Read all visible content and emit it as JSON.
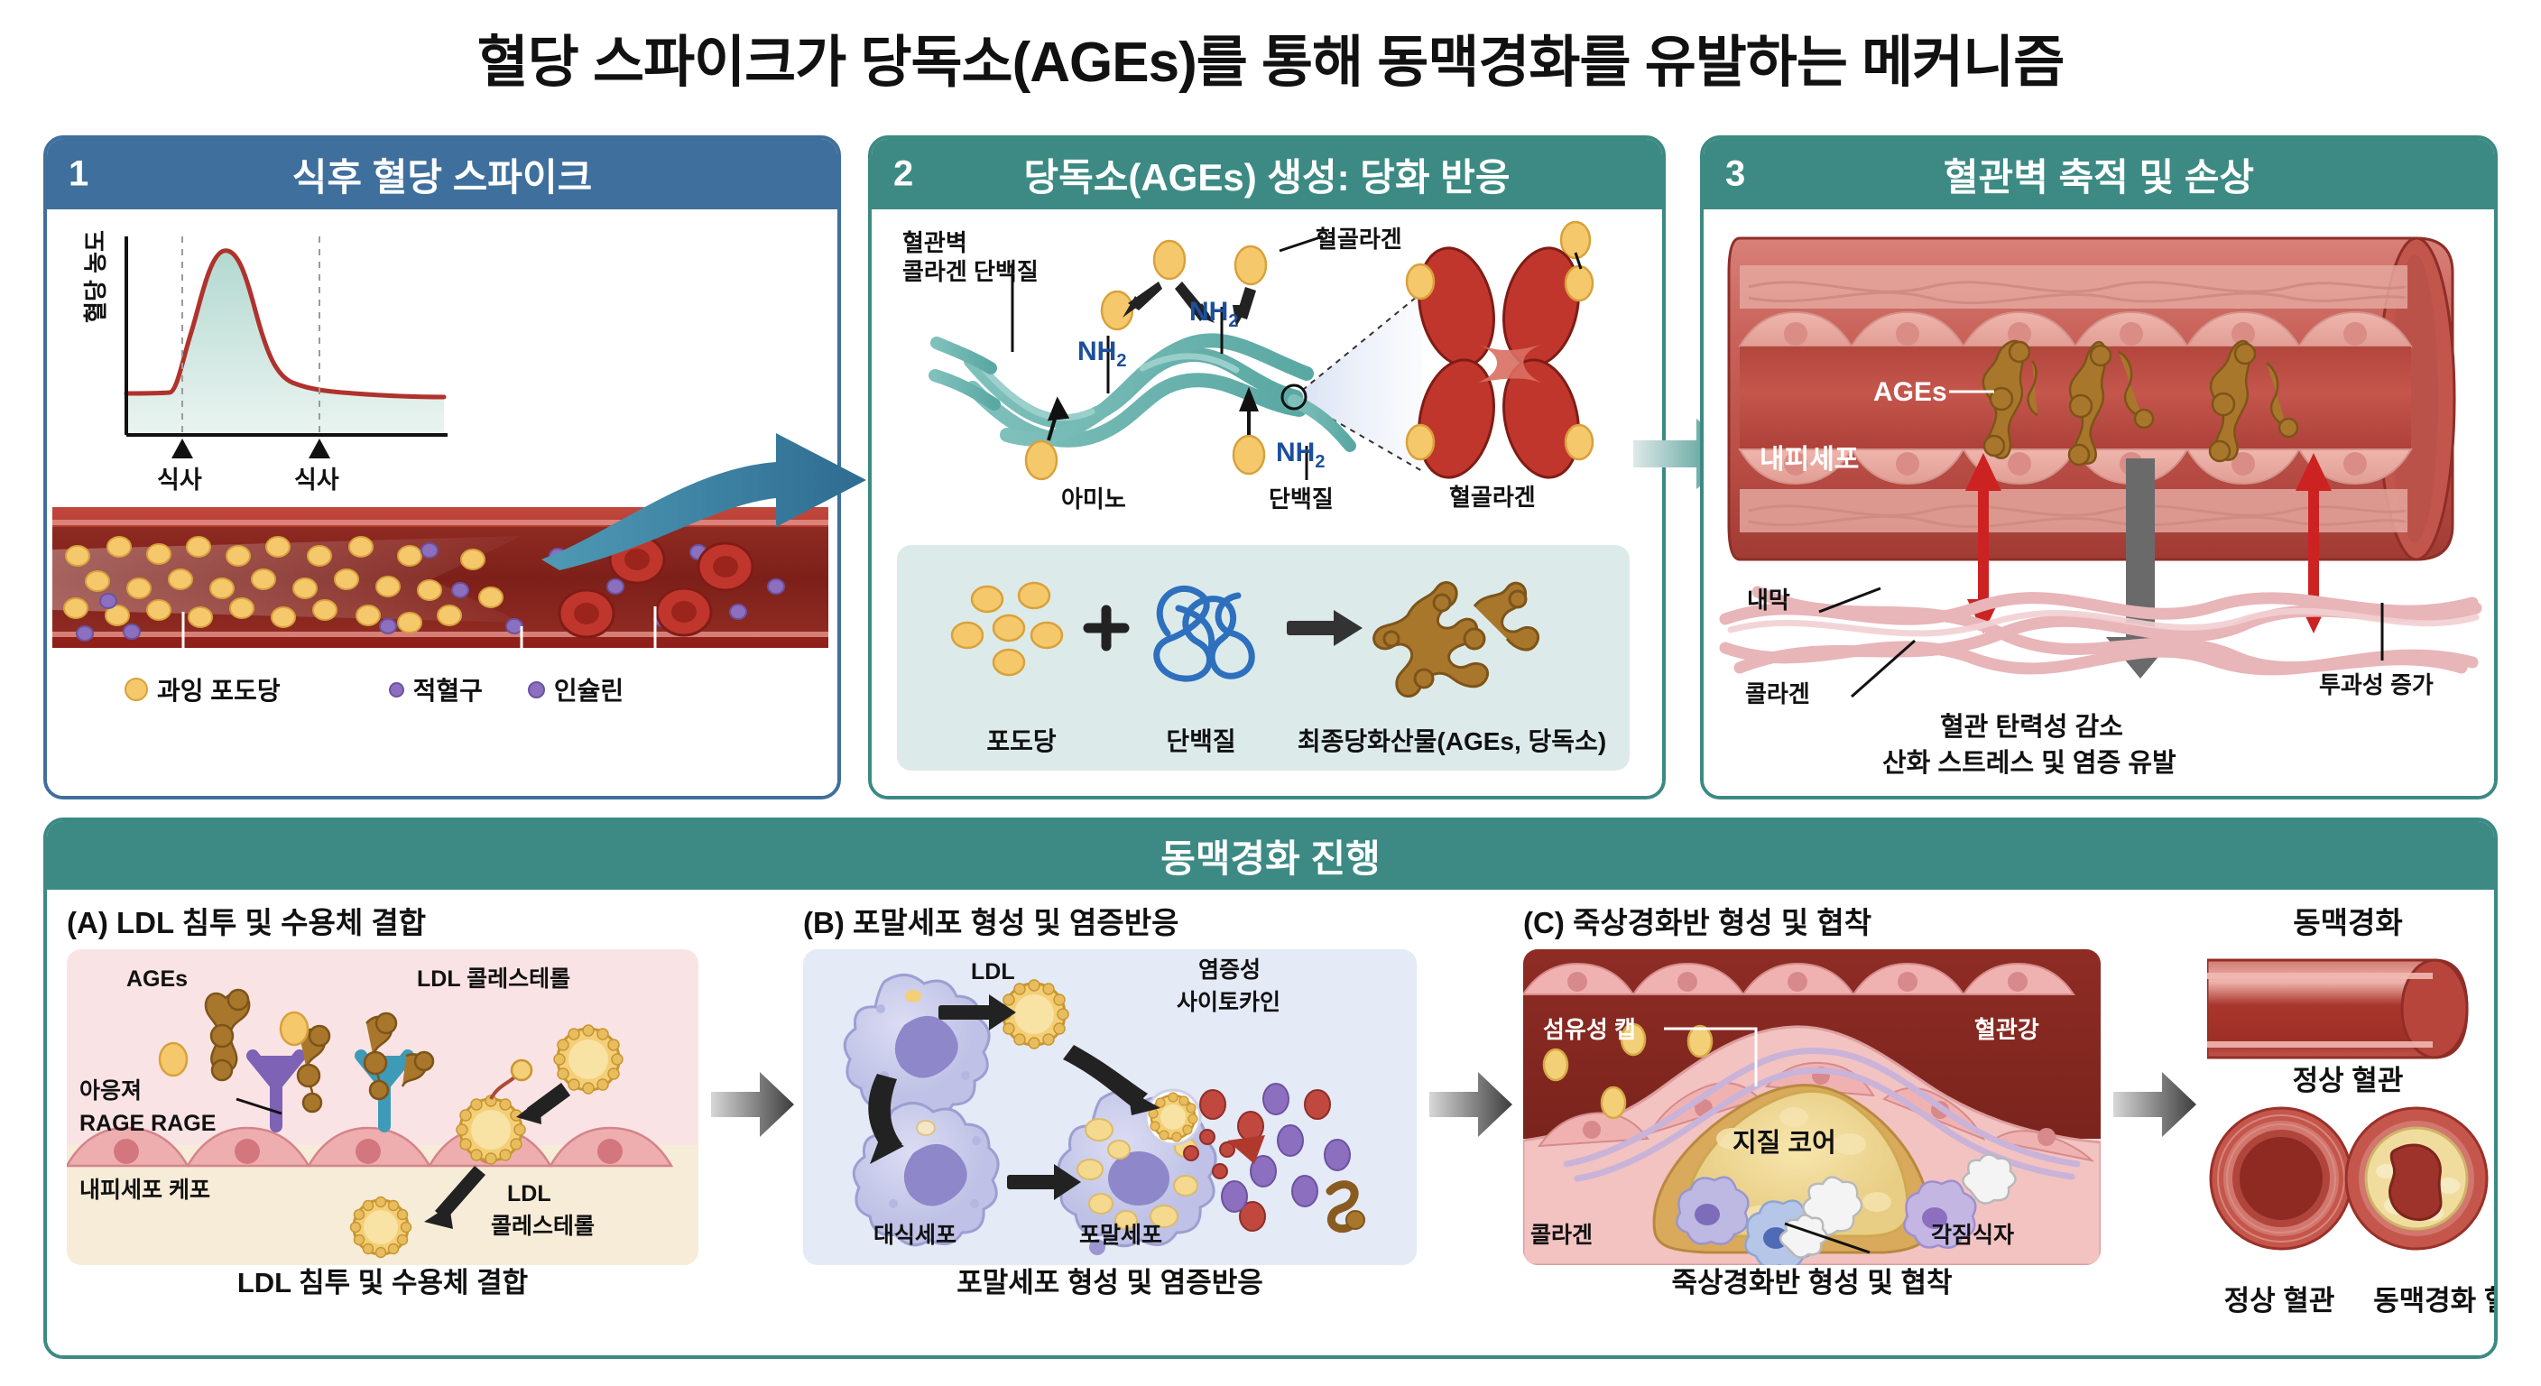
{
  "title": "혈당 스파이크가 당독소(AGEs)를 통해 동맥경화를 유발하는 메커니즘",
  "colors": {
    "blue_header": "#3f6f9c",
    "teal_header": "#3c8a83",
    "glucose_yellow": "#f5c96b",
    "ages_brown": "#a9772c",
    "blood_red": "#a82a22",
    "insulin_purple": "#8d6fc0",
    "arrow_blue": "#2e6c91",
    "arrow_grey": "#5a5a5a",
    "red_arrow": "#cc2222"
  },
  "panel1": {
    "number": "1",
    "title": "식후 혈당 스파이크",
    "chart": {
      "ylabel": "혈당 농도",
      "meal_labels": [
        "식사",
        "식사"
      ]
    },
    "legend": [
      {
        "icon": "glucose-dot",
        "label": "과잉 포도당"
      },
      {
        "icon": "rbc-dot",
        "label": "적혈구"
      },
      {
        "icon": "insulin-dot",
        "label": "인슐린"
      }
    ]
  },
  "panel2": {
    "number": "2",
    "title": "당독소(AGEs) 생성: 당화 반응",
    "labels": {
      "collagen_protein": "혈관벽\n콜라겐 단백질",
      "collagen_protein_line1": "혈관벽",
      "collagen_protein_line2": "콜라겐 단백질",
      "hemoglobin_top": "혈골라겐",
      "hemoglobin_right": "혈골라겐",
      "amino": "아미노",
      "protein": "단백질",
      "nh2": "NH₂"
    },
    "reaction": {
      "reactant1": "포도당",
      "plus": "+",
      "reactant2": "단백질",
      "arrow": "→",
      "product": "최종당화산물(AGEs, 당독소)"
    }
  },
  "panel3": {
    "number": "3",
    "title": "혈관벽 축적 및 손상",
    "labels": {
      "ages": "AGEs",
      "endothelial": "내피세포",
      "intima": "내막",
      "collagen": "콜라겐",
      "permeability": "투과성 증가"
    },
    "caption_line1": "혈관 탄력성 감소",
    "caption_line2": "산화 스트레스 및 염증 유발"
  },
  "bottom": {
    "title": "동맥경화 진행",
    "subpanels": [
      {
        "title": "(A) LDL 침투 및 수용체 결합",
        "caption": "LDL 침투 및 수용체 결합",
        "labels": {
          "ages": "AGEs",
          "ldl_chol_top": "LDL 콜레스테롤",
          "rage_line1": "아응져",
          "rage_line2": "RAGE  RAGE",
          "endothelial_cell": "내피세포 케포",
          "ldl_chol_bottom_line1": "LDL",
          "ldl_chol_bottom_line2": "콜레스테롤"
        }
      },
      {
        "title": "(B) 포말세포 형성 및 염증반응",
        "caption": "포말세포 형성 및 염증반응",
        "labels": {
          "ldl": "LDL",
          "cytokine_line1": "염증성",
          "cytokine_line2": "사이토카인",
          "macrophage": "대식세포",
          "foam_cell": "포말세포"
        }
      },
      {
        "title": "(C) 죽상경화반 형성 및 협착",
        "caption": "죽상경화반 형성 및 협착",
        "labels": {
          "fibrous_cap": "섬유성 캡",
          "lumen": "혈관강",
          "lipid_core": "지질 코어",
          "collagen": "콜라겐",
          "macrophage_foam": "각짐식자"
        }
      }
    ],
    "outcome": {
      "title": "동맥경화",
      "normal_vessel": "정상 혈관",
      "compare_normal": "정상 혈관",
      "compare_athero": "동맥경화 혈관"
    }
  }
}
